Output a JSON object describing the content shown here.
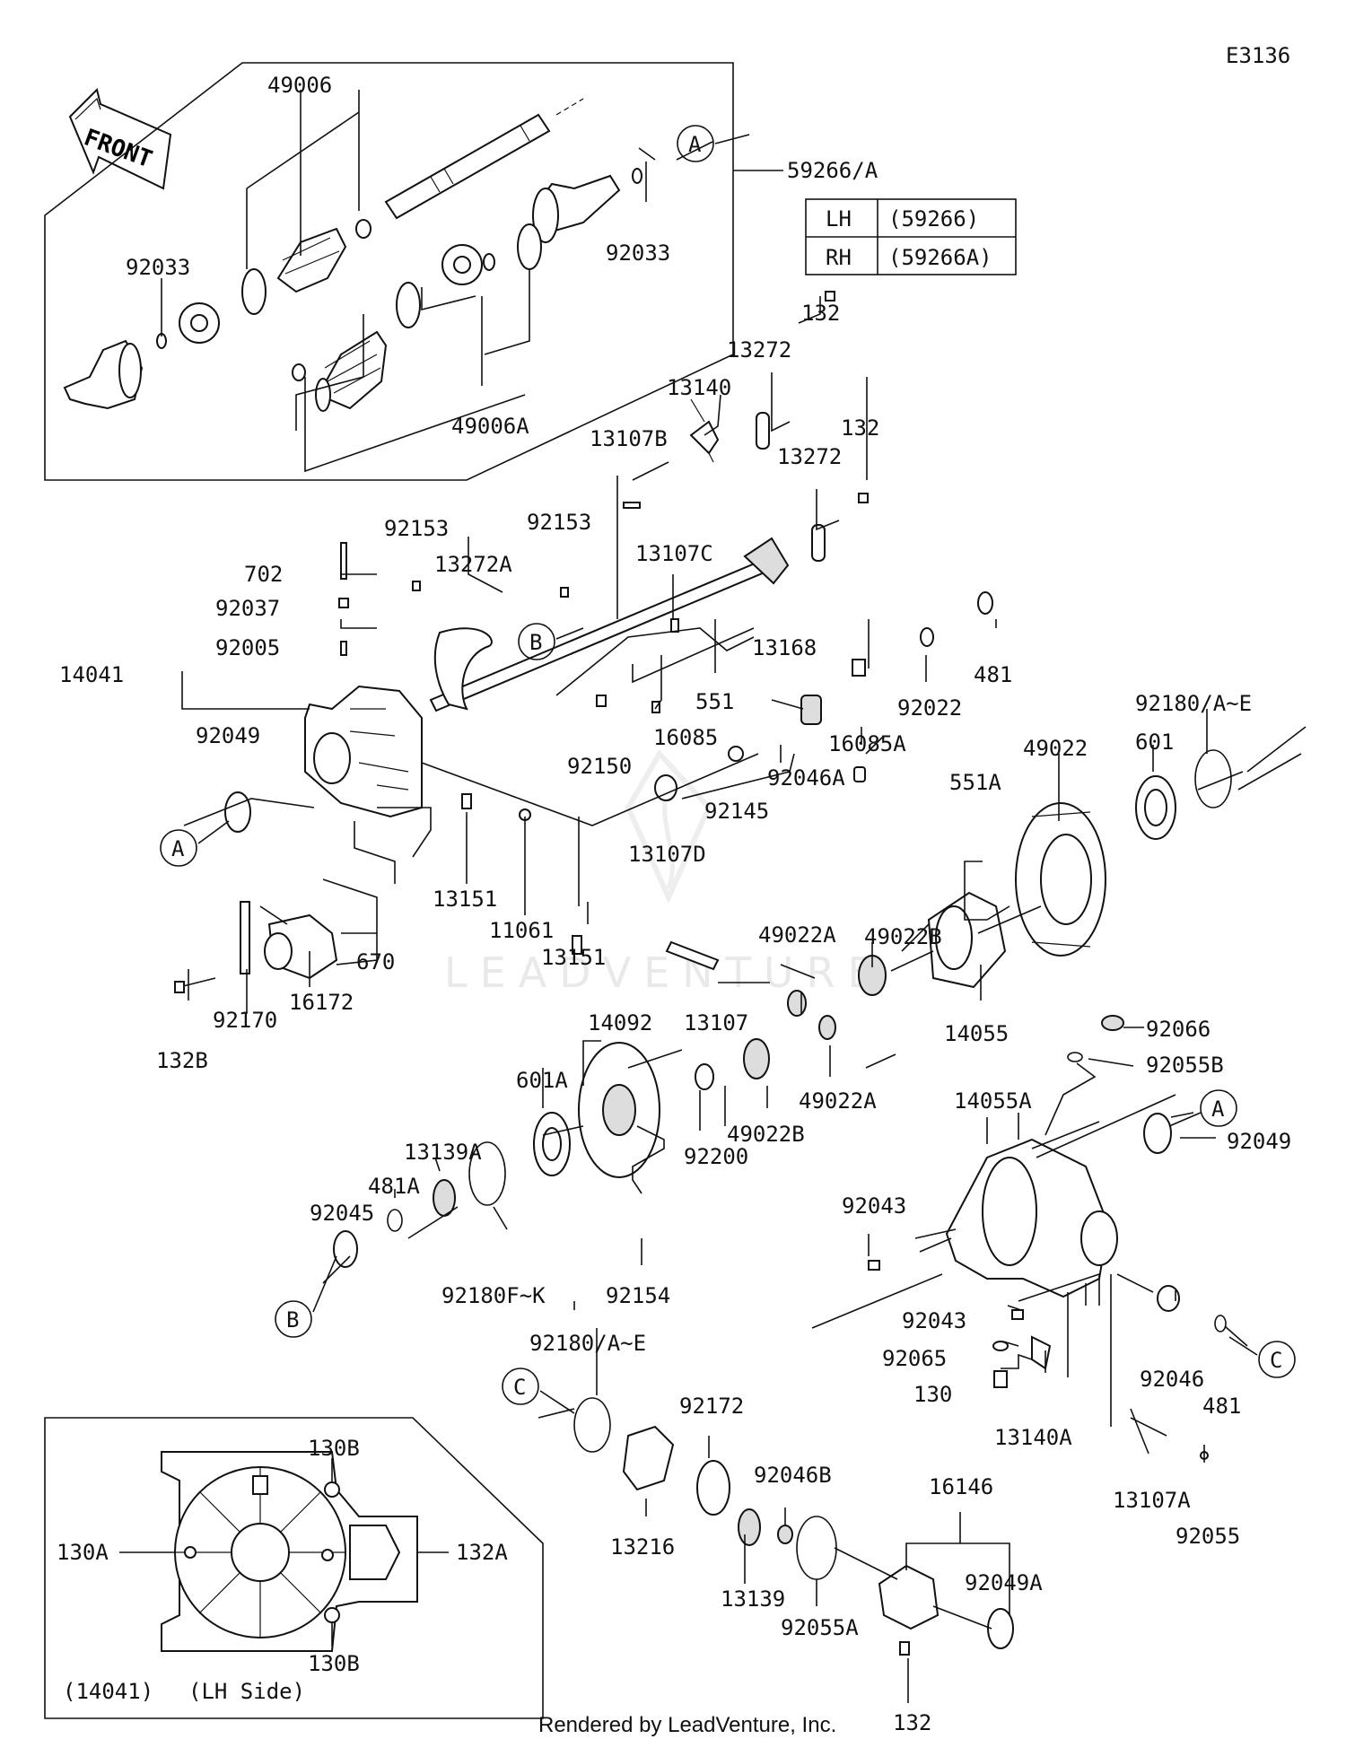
{
  "diagram_code": "E3136",
  "front_label": "FRONT",
  "watermark": "LEADVENTURE",
  "footer": "Rendered by LeadVenture, Inc.",
  "legend_table": {
    "rows": [
      {
        "side": "LH",
        "part": "(59266)"
      },
      {
        "side": "RH",
        "part": "(59266A)"
      }
    ]
  },
  "inset_caption": {
    "part": "(14041)",
    "side": "(LH Side)"
  },
  "callouts": {
    "A": "A",
    "B": "B",
    "C": "C"
  },
  "labels": {
    "49006": "49006",
    "59266A": "59266/A",
    "92033_left": "92033",
    "92033_right": "92033",
    "49006A": "49006A",
    "132_a": "132",
    "132_b": "132",
    "132_c": "132",
    "13272_a": "13272",
    "13272_b": "13272",
    "13140": "13140",
    "13107B": "13107B",
    "92153_a": "92153",
    "92153_b": "92153",
    "702": "702",
    "92037": "92037",
    "13272A": "13272A",
    "92005": "92005",
    "14041": "14041",
    "13107C": "13107C",
    "13168": "13168",
    "481_a": "481",
    "481_b": "481",
    "481A": "481A",
    "92049_a": "92049",
    "92049_b": "92049",
    "92049A": "92049A",
    "551": "551",
    "551A": "551A",
    "16085": "16085",
    "16085A": "16085A",
    "92022": "92022",
    "92180AE_a": "92180/A~E",
    "92180AE_b": "92180/A~E",
    "92180FK": "92180F~K",
    "601": "601",
    "601A": "601A",
    "49022": "49022",
    "92150": "92150",
    "92046A": "92046A",
    "92046": "92046",
    "92046B": "92046B",
    "92145": "92145",
    "13107D": "13107D",
    "13107": "13107",
    "13107A": "13107A",
    "13151_a": "13151",
    "13151_b": "13151",
    "11061": "11061",
    "670": "670",
    "16172": "16172",
    "92170": "92170",
    "132B": "132B",
    "49022A_a": "49022A",
    "49022A_b": "49022A",
    "49022B_a": "49022B",
    "49022B_b": "49022B",
    "14055": "14055",
    "14055A": "14055A",
    "14092": "14092",
    "92200": "92200",
    "13139A": "13139A",
    "13139": "13139",
    "92045": "92045",
    "92154": "92154",
    "92066": "92066",
    "92055B": "92055B",
    "92055A": "92055A",
    "92055": "92055",
    "92043_a": "92043",
    "92043_b": "92043",
    "92065": "92065",
    "130": "130",
    "13140A": "13140A",
    "92172": "92172",
    "13216": "13216",
    "16146": "16146",
    "130A": "130A",
    "130B_a": "130B",
    "130B_b": "130B",
    "132A": "132A"
  }
}
